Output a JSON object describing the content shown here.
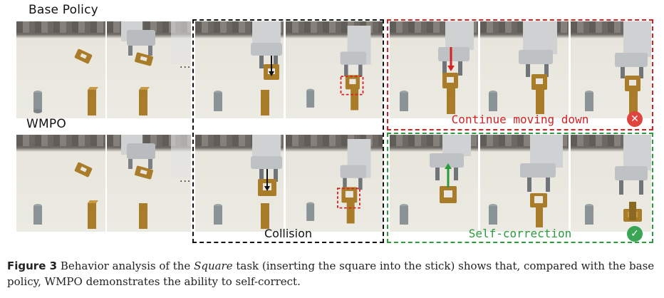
{
  "rows": {
    "top_label": "Base Policy",
    "bottom_label": "WMPO"
  },
  "ellipsis": "...",
  "annotations": {
    "collision": "Collision",
    "continue": "Continue moving down",
    "self_correction": "Self-correction"
  },
  "icons": {
    "fail": "cross-circle-icon",
    "success": "check-circle-icon"
  },
  "colors": {
    "fail": "#d92020",
    "success": "#2a9a3a",
    "collision": "#111111",
    "peg": "#a97c2a"
  },
  "caption": {
    "label": "Figure 3",
    "text_before": "Behavior analysis of the",
    "task": "Square",
    "text_after": "task (inserting the square into the stick) shows that, compared with the base policy, WMPO demonstrates the ability to self-correct."
  }
}
